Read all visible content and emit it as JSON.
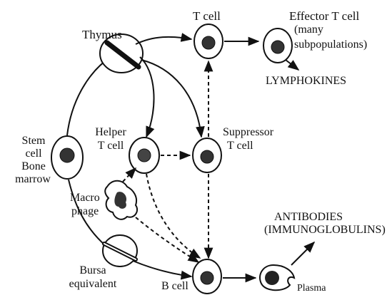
{
  "labels": {
    "thymus": "Thymus",
    "t_cell": "T  cell",
    "effector_line1": "Effector  T  cell",
    "effector_line2": "(many",
    "effector_line3": "subpopulations)",
    "lymphokines": "LYMPHOKINES",
    "stem_line1": "Stem",
    "stem_line2": "cell",
    "stem_line3": "Bone",
    "stem_line4": "marrow",
    "helper_line1": "Helper",
    "helper_line2": "T cell",
    "suppressor_line1": "Suppressor",
    "suppressor_line2": "T cell",
    "macrophage_line1": "Macro",
    "macrophage_line2": "phage",
    "antibodies_line1": "ANTIBODIES",
    "antibodies_line2": "(IMMUNOGLOBULINS)",
    "bursa_line1": "Bursa",
    "bursa_line2": "equivalent",
    "b_cell": "B cell",
    "plasma": "Plasma"
  },
  "colors": {
    "ink": "#111111",
    "background": "#ffffff"
  }
}
